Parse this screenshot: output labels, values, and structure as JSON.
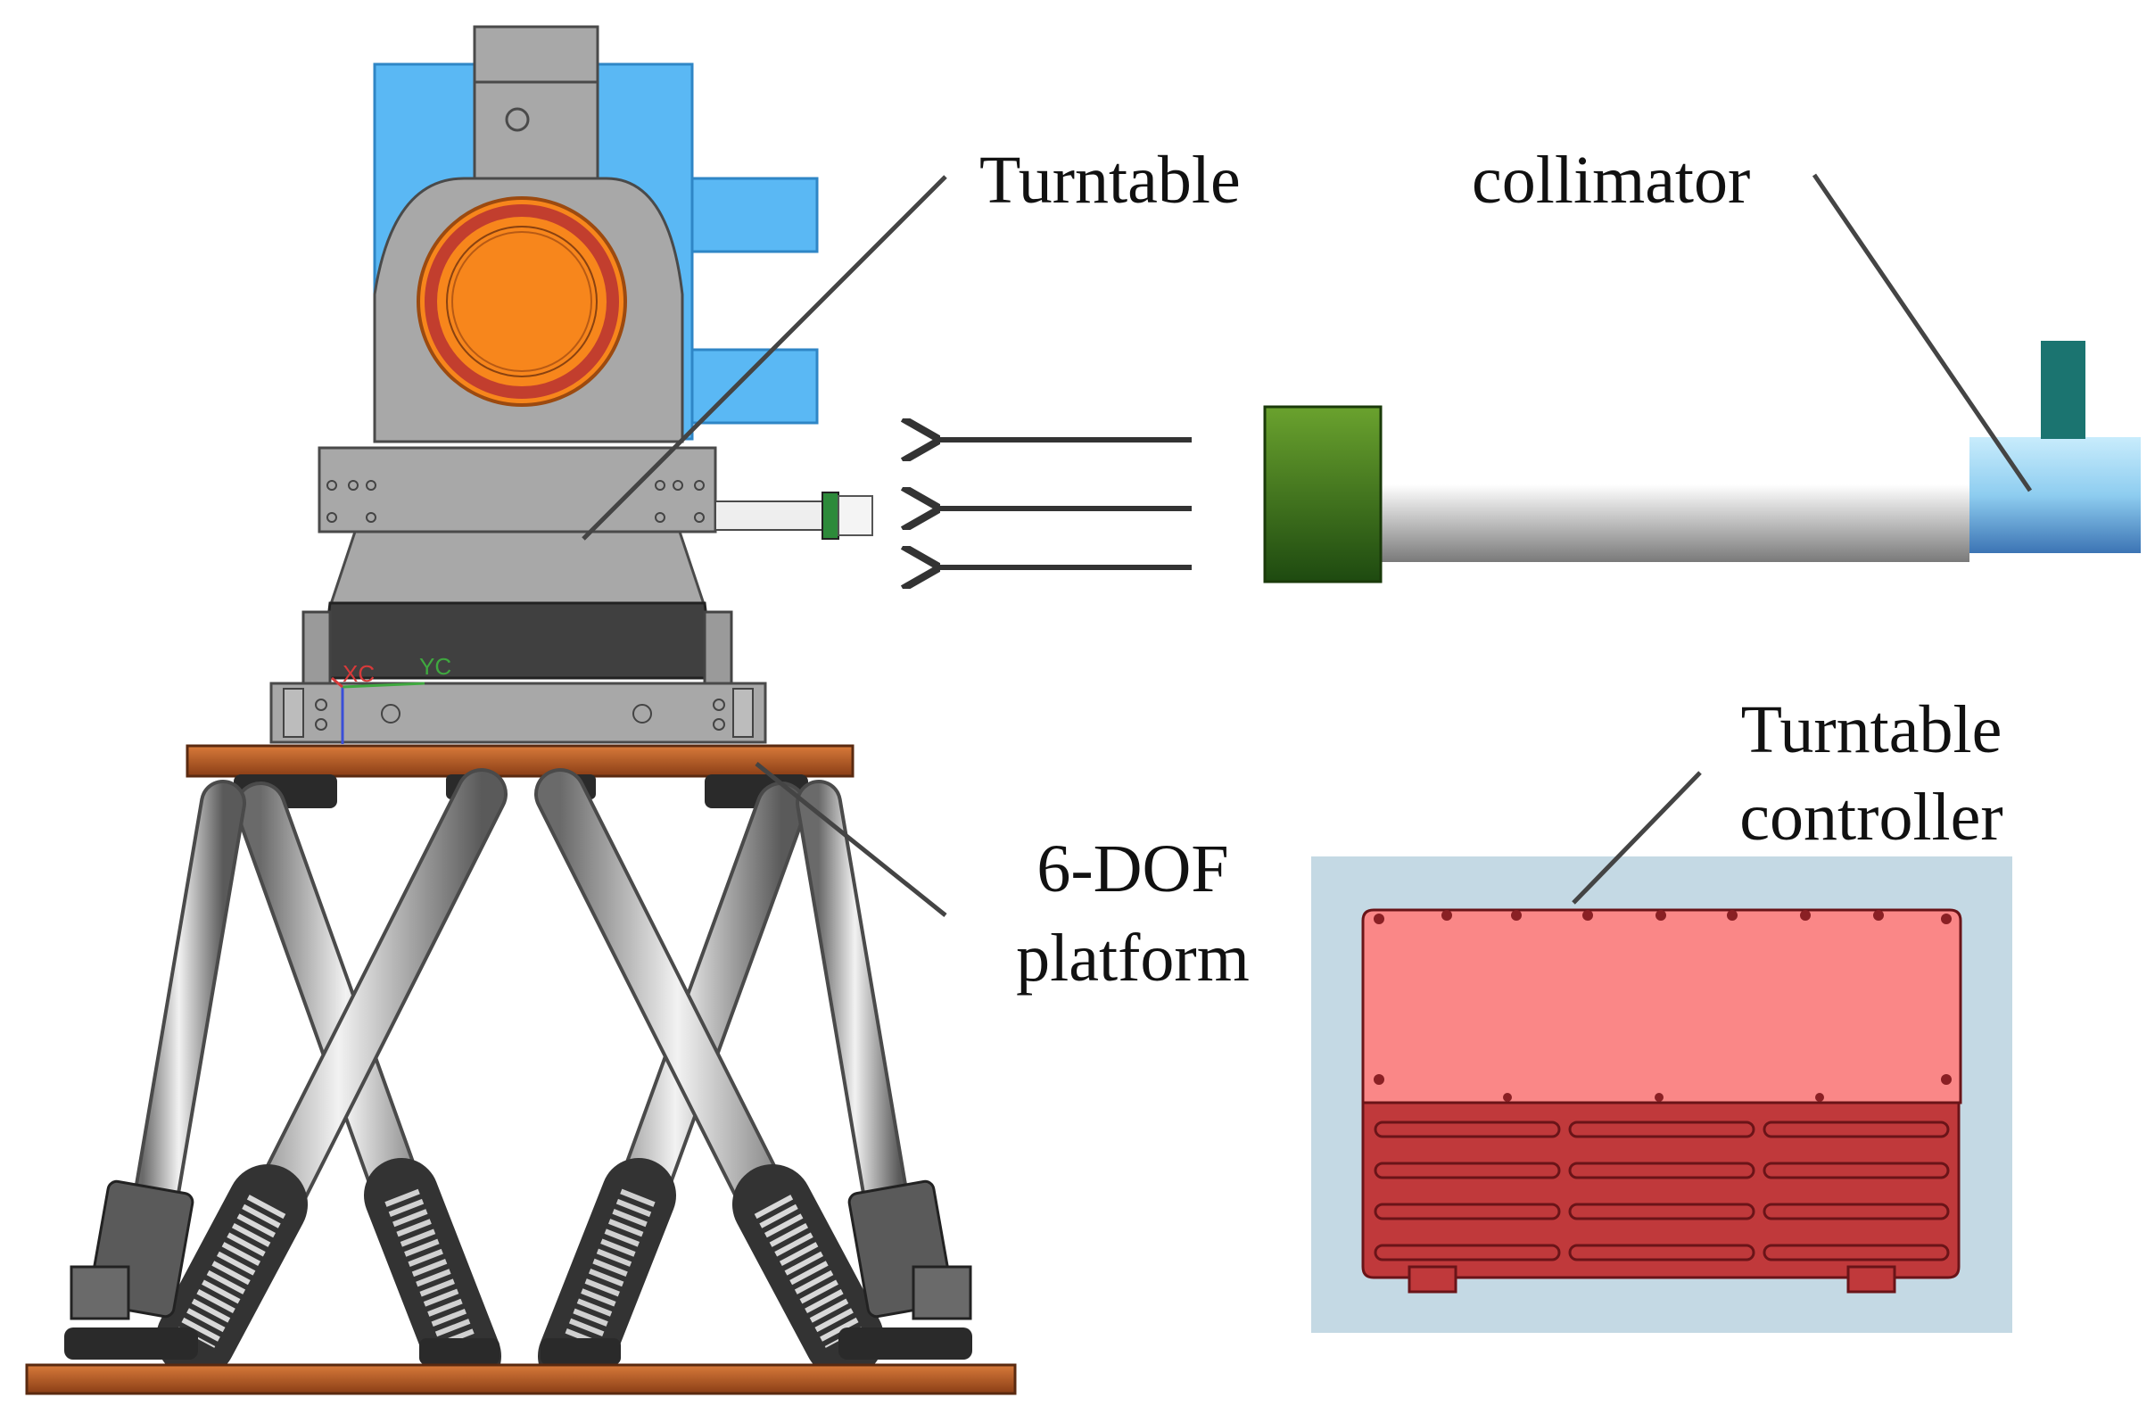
{
  "labels": {
    "turntable": "Turntable",
    "collimator": "collimator",
    "platform_line1": "6-DOF",
    "platform_line2": "platform",
    "controller_line1": "Turntable",
    "controller_line2": "controller"
  },
  "axis_labels": {
    "xc": "XC",
    "yc": "YC"
  },
  "colors": {
    "frame_blue": "#5ab8f4",
    "turntable_gray": "#a8a8a8",
    "dark_base": "#404040",
    "orange_disk": "#f7861c",
    "platform_wood": "#c96a32",
    "collimator_green": "#5d8f2a",
    "collimator_head": "#9fd3f3",
    "collimator_knob": "#1b7470",
    "controller_bg": "#c4d9e4",
    "controller_top": "#fa8787",
    "controller_body": "#c0393b",
    "leader_line": "#444444"
  }
}
